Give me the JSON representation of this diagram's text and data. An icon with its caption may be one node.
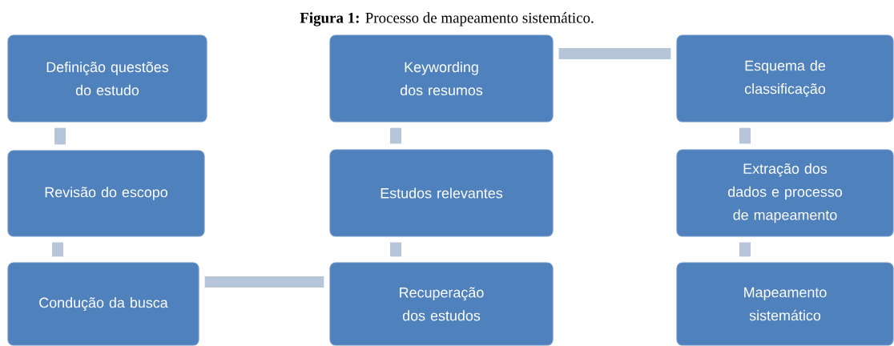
{
  "diagram": {
    "title": "**Figura 1:** Processo de mapeamento sistemático.",
    "nodes": [
      {
        "text": [
          "Definição questões do estudo"
        ]
      },
      {
        "text": [
          "Revisão do escopo"
        ]
      },
      {
        "text": [
          "Condução da busca"
        ]
      },
      {
        "text": [
          "Recuperação dos estudos"
        ]
      },
      {
        "text": [
          "Estudos  relevantes"
        ]
      },
      {
        "text": [
          "Keywording dos resumos"
        ]
      },
      {
        "text": [
          "Esquema de classificação"
        ]
      },
      {
        "text": [
          "Extração dos dados e processo de mapeamento"
        ]
      },
      {
        "text": [
          "Mapeamento sistemático"
        ]
      }
    ],
    "edges": [
      {
        "from": 0,
        "to": 1,
        "arrow": "none"
      },
      {
        "from": 1,
        "to": 2,
        "arrow": "none"
      },
      {
        "from": 2,
        "to": 3,
        "arrow": "none"
      },
      {
        "from": 3,
        "to": 4,
        "arrow": "none"
      },
      {
        "from": 4,
        "to": 5,
        "arrow": "none"
      },
      {
        "from": 5,
        "to": 6,
        "arrow": "none"
      },
      {
        "from": 6,
        "to": 7,
        "arrow": "none"
      },
      {
        "from": 7,
        "to": 8,
        "arrow": "none"
      }
    ]
  }
}
